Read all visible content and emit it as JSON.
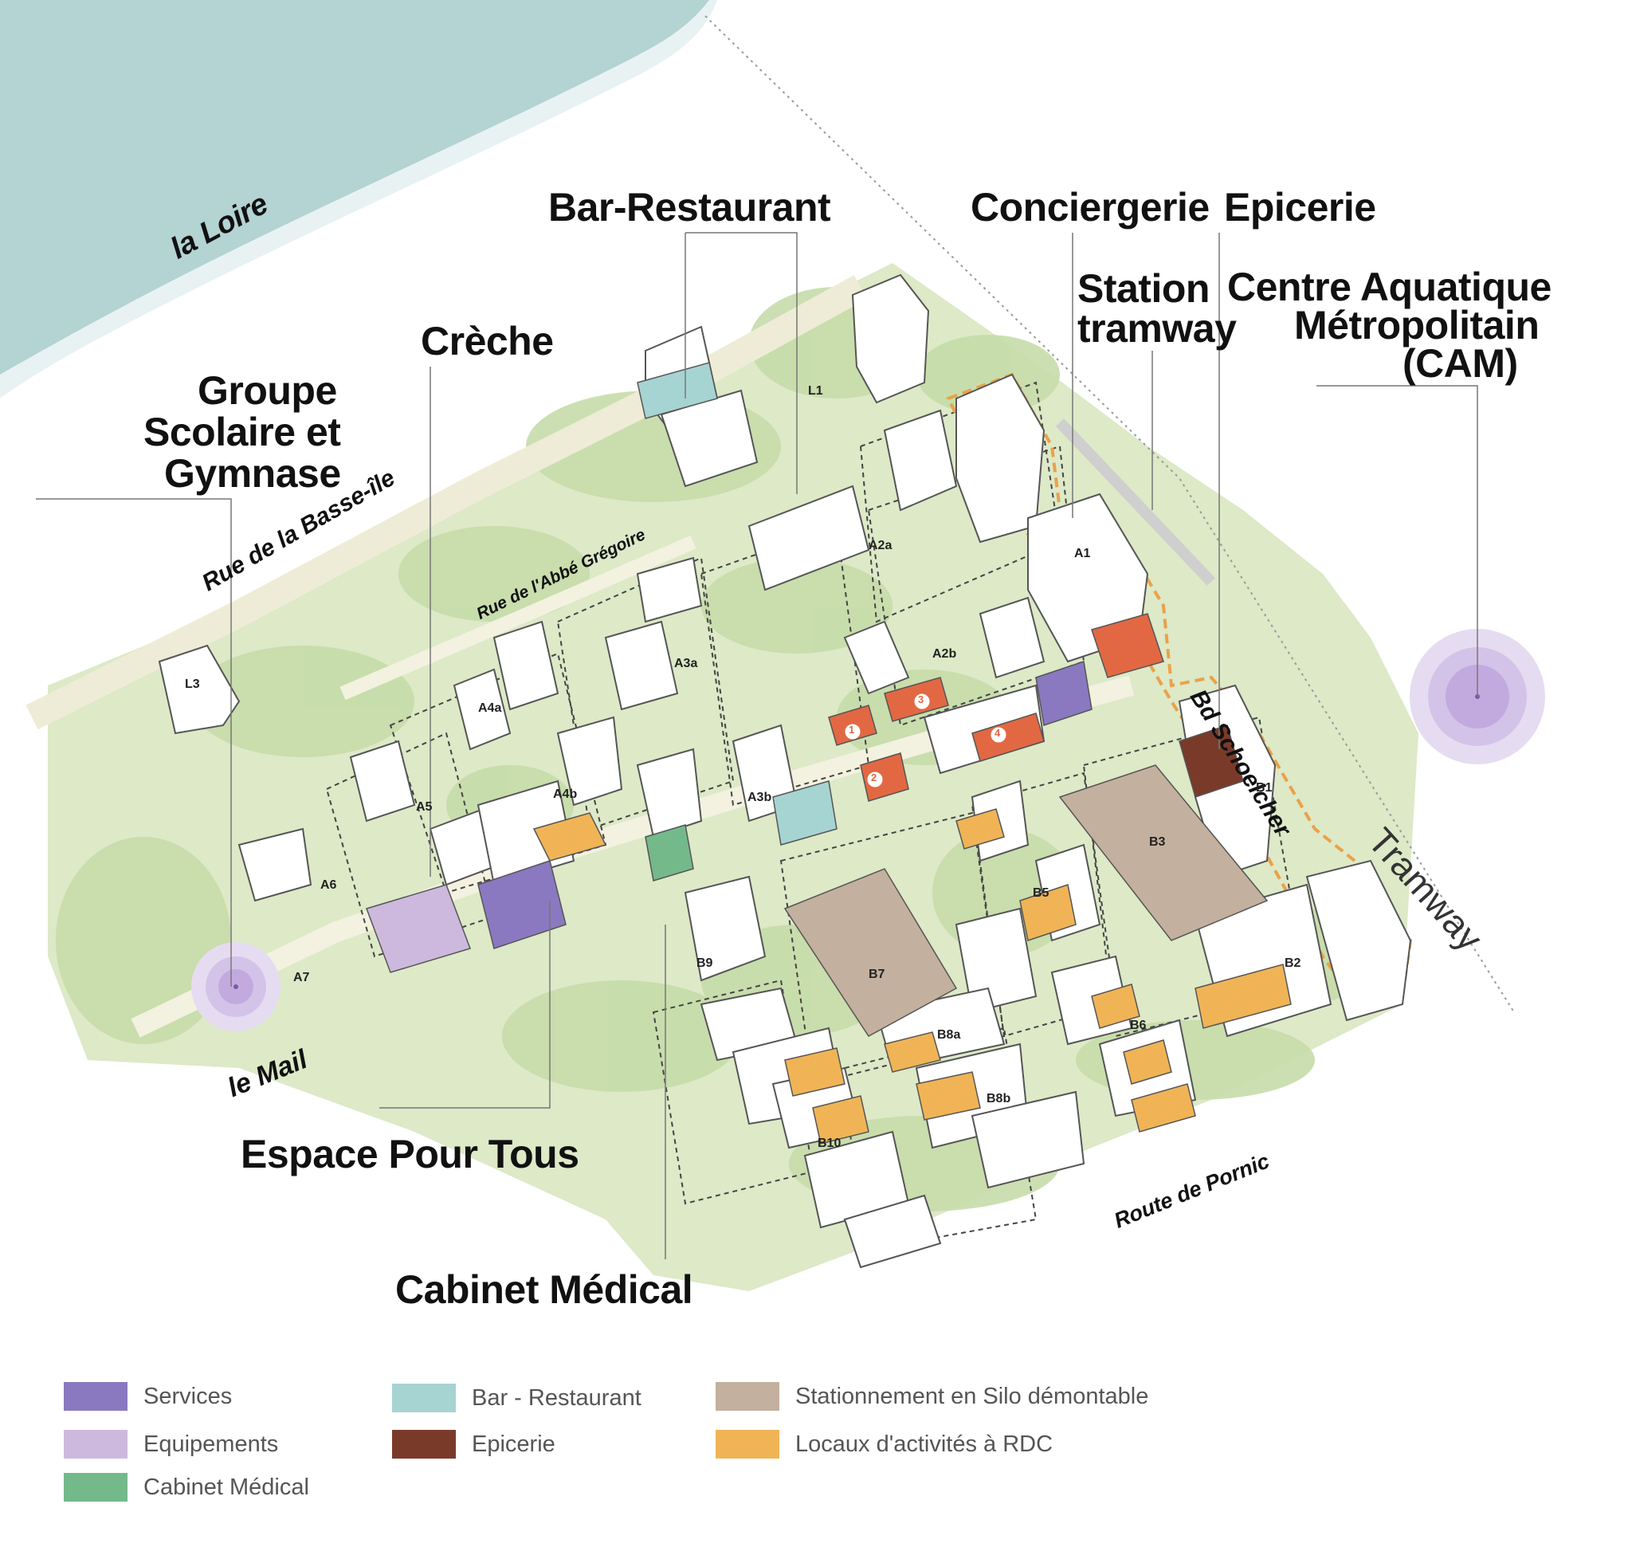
{
  "labels": {
    "river": "la Loire",
    "bar_restaurant": "Bar-Restaurant",
    "conciergerie": "Conciergerie",
    "epicerie": "Epicerie",
    "station_line1": "Station",
    "station_line2": "tramway",
    "cam_line1": "Centre Aquatique",
    "cam_line2": "Métropolitain",
    "cam_line3": "(CAM)",
    "creche": "Crèche",
    "groupe_line1": "Groupe",
    "groupe_line2": "Scolaire et",
    "groupe_line3": "Gymnase",
    "espace": "Espace Pour Tous",
    "cabinet": "Cabinet Médical"
  },
  "roads": {
    "basse_ile": "Rue de la Basse-île",
    "abbe_gregoire": "Rue de l'Abbé Grégoire",
    "schoelcher": "Bd Schoelcher",
    "tramway": "Tramway",
    "mail": "le Mail",
    "pornic": "Route de Pornic"
  },
  "parcels": [
    "L1",
    "L3",
    "A1",
    "A2a",
    "A2b",
    "A3a",
    "A3b",
    "A4a",
    "A4b",
    "A5",
    "A6",
    "A7",
    "B1",
    "B2",
    "B3",
    "B5",
    "B6",
    "B7",
    "B8a",
    "B8b",
    "B9",
    "B10"
  ],
  "numbered_markers": [
    "1",
    "2",
    "3",
    "4"
  ],
  "legend": [
    {
      "label": "Services",
      "color": "#8a79c0"
    },
    {
      "label": "Equipements",
      "color": "#cdb9dd"
    },
    {
      "label": "Cabinet Médical",
      "color": "#74b98a"
    },
    {
      "label": "Bar - Restaurant",
      "color": "#a6d4d2"
    },
    {
      "label": "Epicerie",
      "color": "#7a3a2a"
    },
    {
      "label": "Stationnement en Silo démontable",
      "color": "#c4b09e"
    },
    {
      "label": "Locaux d'activités à RDC",
      "color": "#f0b456"
    }
  ],
  "colors": {
    "river": "#b4d3d3",
    "green": "#d9e8c2",
    "tree": "#c4dba6",
    "path": "#f2f0de",
    "building": "#ffffff",
    "active_red": "#e26843",
    "dashed_orange": "#e9a24a",
    "cam_purple": "#a98ed0"
  }
}
